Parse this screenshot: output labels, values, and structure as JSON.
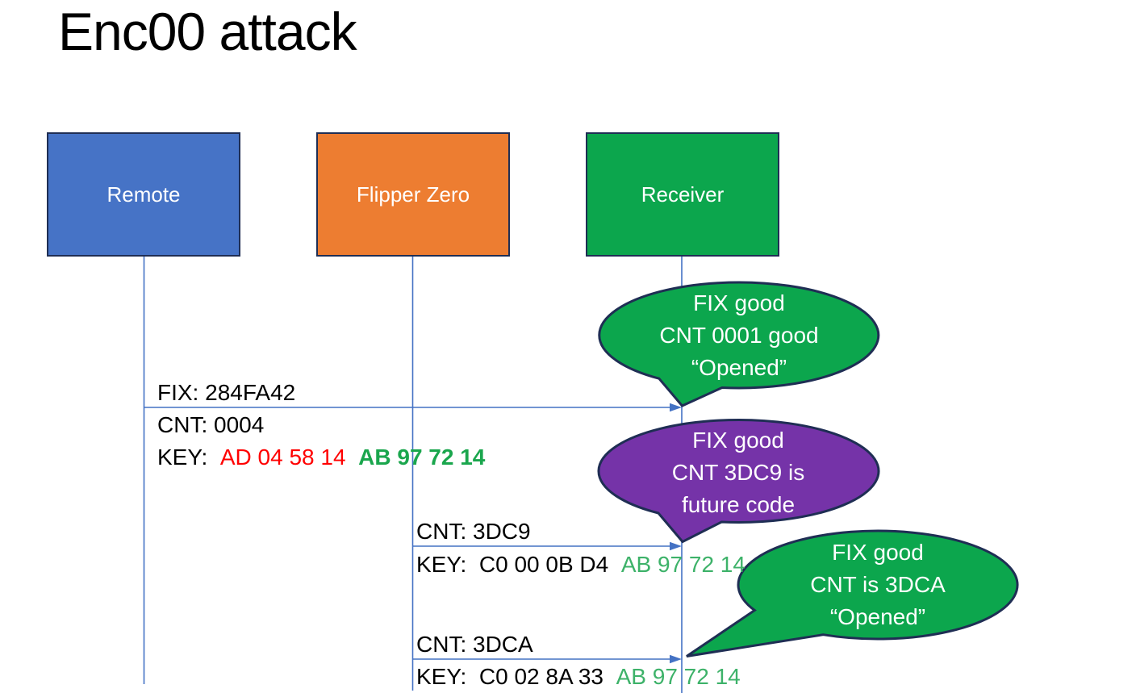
{
  "title": "Enc00 attack",
  "actors": [
    {
      "label": "Remote",
      "fill": "#4673c6"
    },
    {
      "label": "Flipper Zero",
      "fill": "#ed7d31"
    },
    {
      "label": "Receiver",
      "fill": "#0ca64d"
    }
  ],
  "messages": [
    {
      "fix": "FIX: 284FA42",
      "cnt": "CNT: 0004",
      "key_label": "KEY:",
      "key_changed": "AD 04 58 14",
      "key_changed_color": "#ff0000",
      "key_fixed": "AB 97 72 14",
      "key_fixed_color": "#1aa64d",
      "key_fixed_weight": "bold"
    },
    {
      "cnt": "CNT: 3DC9",
      "key_label": "KEY:",
      "key_changed": "C0 00 0B D4",
      "key_changed_color": "#000000",
      "key_fixed": "AB 97 72 14",
      "key_fixed_color": "#3db269",
      "key_fixed_weight": "normal"
    },
    {
      "cnt": "CNT: 3DCA",
      "key_label": "KEY:",
      "key_changed": "C0 02 8A 33",
      "key_changed_color": "#000000",
      "key_fixed": "AB 97 72 14",
      "key_fixed_color": "#3db269",
      "key_fixed_weight": "normal"
    }
  ],
  "callouts": [
    {
      "lines": [
        "FIX good",
        "CNT 0001 good",
        "“Opened”"
      ],
      "fill": "#0ca64d"
    },
    {
      "lines": [
        "FIX good",
        "CNT 3DC9 is",
        "future code"
      ],
      "fill": "#7533a8"
    },
    {
      "lines": [
        "FIX good",
        "CNT is 3DCA",
        "“Opened”"
      ],
      "fill": "#0ca64d"
    }
  ],
  "colors": {
    "line_blue": "#4472c4",
    "outline_dark": "#1f2e54",
    "title_black": "#000000"
  }
}
